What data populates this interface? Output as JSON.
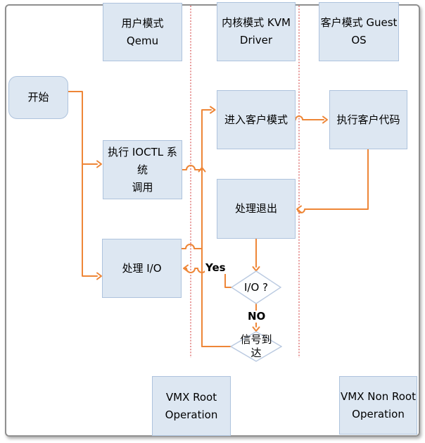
{
  "diagram_title": "KVM execution flow (Qemu / KVM Driver / Guest OS)",
  "colors": {
    "node_fill": "#dde7f2",
    "node_border": "#aec3dd",
    "diamond_border": "#b9c9e0",
    "arrow": "#ee8637",
    "boundary_dotted": "#e59090",
    "frame_border": "#8f8f8f",
    "text": "#000000"
  },
  "lanes": {
    "user": {
      "line1": "用户模式",
      "line2": "Qemu"
    },
    "kernel": {
      "line1": "内核模式 KVM",
      "line2": "Driver"
    },
    "guest": {
      "line1": "客户模式 Guest",
      "line2": "OS"
    }
  },
  "nodes": {
    "start": {
      "label": "开始"
    },
    "ioctl": {
      "line1": "执行 IOCTL 系统",
      "line2": "调用"
    },
    "enter_guest": {
      "label": "进入客户模式"
    },
    "exec_guest": {
      "label": "执行客户代码"
    },
    "handle_exit": {
      "label": "处理退出"
    },
    "handle_io": {
      "label": "处理 I/O"
    },
    "io_decision": {
      "label": "I/O ?"
    },
    "signal": {
      "line1": "信号到",
      "line2": "达"
    },
    "vmx_root": {
      "line1": "VMX Root",
      "line2": "Operation"
    },
    "vmx_nonroot": {
      "line1": "VMX Non Root",
      "line2": "Operation"
    }
  },
  "edge_labels": {
    "yes": "Yes",
    "no": "NO"
  }
}
